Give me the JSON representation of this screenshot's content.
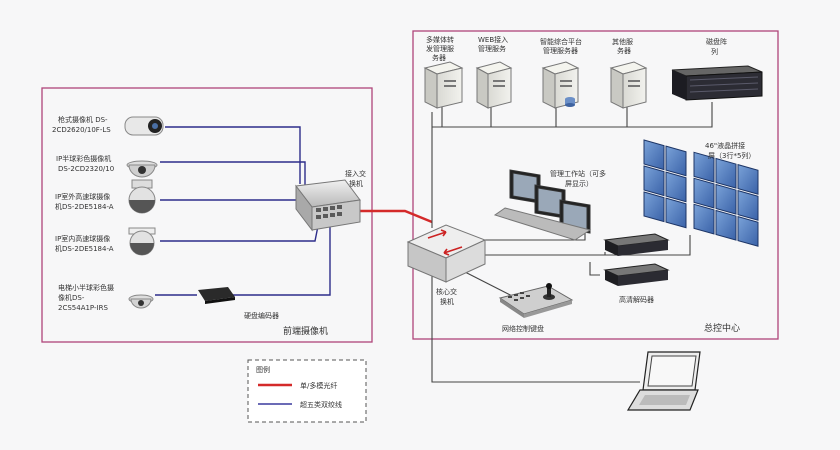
{
  "zones": {
    "front": "前端摄像机",
    "center": "总控中心"
  },
  "cameras": [
    {
      "l1": "枪式摄像机 DS-",
      "l2": "2CD2620/10F-LS"
    },
    {
      "l1": "IP半球彩色摄像机",
      "l2": "DS-2CD2320/10"
    },
    {
      "l1": "IP室外高速球摄像",
      "l2": "机DS-2DE5184-A"
    },
    {
      "l1": "IP室内高速球摄像",
      "l2": "机DS-2DE5184-A"
    },
    {
      "l1": "电梯小半球彩色摄",
      "l2": "像机DS-",
      "l3": "2CS54A1P-IRS"
    }
  ],
  "devices": {
    "encoder": "硬盘编码器",
    "access_switch": {
      "l1": "接入交",
      "l2": "换机"
    },
    "core_switch": {
      "l1": "核心交",
      "l2": "换机"
    },
    "keyboard": "网络控制键盘",
    "decoder": "高清解码器",
    "workstation": {
      "l1": "管理工作站（可多",
      "l2": "屏显示）"
    },
    "videowall": {
      "l1": "46\"液晶拼接",
      "l2": "屏（3行*5列）"
    }
  },
  "servers": [
    {
      "l1": "多媒体转",
      "l2": "发管理服",
      "l3": "务器"
    },
    {
      "l1": "WEB接入",
      "l2": "管理服务"
    },
    {
      "l1": "智能综合平台",
      "l2": "管理服务器"
    },
    {
      "l1": "其他服",
      "l2": "务器"
    }
  ],
  "storage": {
    "l1": "磁盘阵",
    "l2": "列"
  },
  "legend": {
    "title": "图例",
    "items": [
      {
        "label": "单/多模光纤",
        "color": "#d42a2a"
      },
      {
        "label": "超五类双绞线",
        "color": "#3a3a9e"
      }
    ]
  },
  "colors": {
    "zone_border": "#b0457a",
    "cable": "#2d2d8a",
    "fiber": "#d42a2a",
    "line": "#444444"
  }
}
